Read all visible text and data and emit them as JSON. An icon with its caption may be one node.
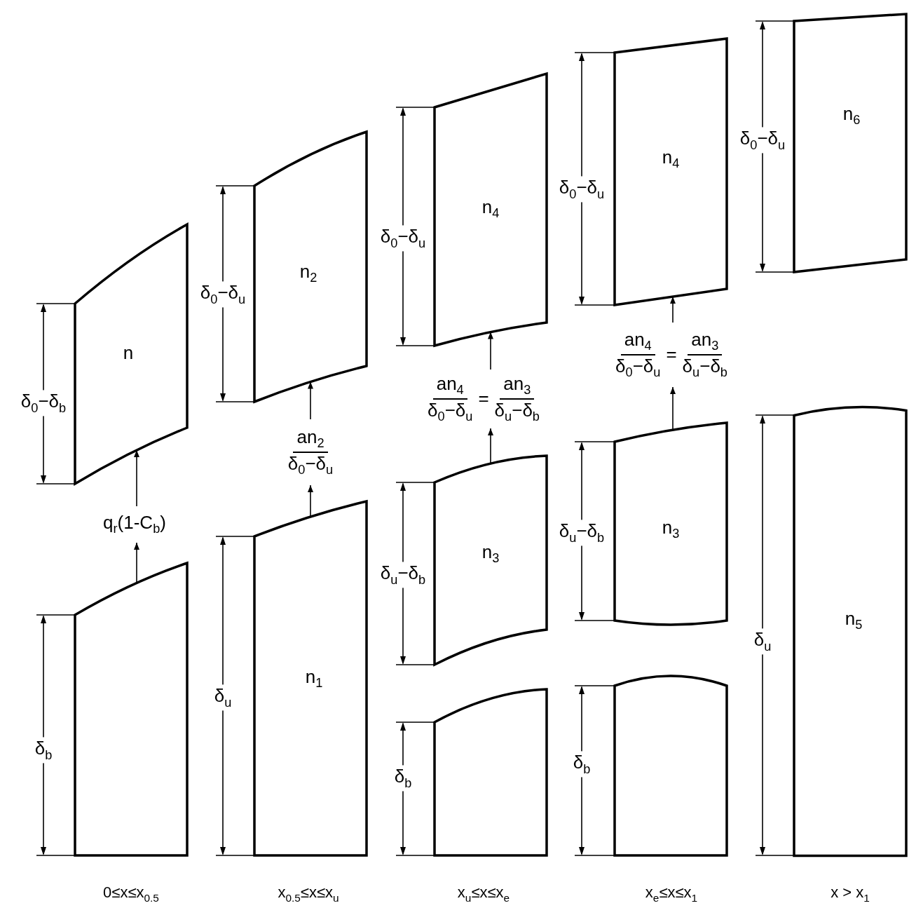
{
  "diagram": {
    "nodes": [
      {
        "text": [
          "n"
        ]
      },
      {
        "text": [
          "q$_{r}$(1-C$_{b}$)"
        ]
      },
      {
        "text": [],
        "shape": "box"
      },
      {
        "text": [
          "n$_{2}$"
        ]
      },
      {
        "text": [
          "an$_{2}$",
          "δ$_{0}$−δ$_{u}$"
        ]
      },
      {
        "text": [
          "n$_{1}$"
        ]
      },
      {
        "text": [
          "n$_{4}$"
        ]
      },
      {
        "text": [
          "an$_{4}$",
          "δ$_{0}$−δ$_{u}$",
          "=",
          "an$_{3}$",
          "δ$_{u}$−δ$_{b}$"
        ]
      },
      {
        "text": [
          "n$_{3}$"
        ]
      },
      {
        "text": [],
        "shape": "box"
      },
      {
        "text": [
          "n$_{4}$"
        ]
      },
      {
        "text": [
          "an$_{4}$",
          "δ$_{0}$−δ$_{u}$",
          "=",
          "an$_{3}$",
          "δ$_{u}$−δ$_{b}$"
        ]
      },
      {
        "text": [
          "n$_{3}$"
        ]
      },
      {
        "text": [],
        "shape": "box"
      },
      {
        "text": [
          "n$_{6}$"
        ]
      },
      {
        "text": [
          "n$_{5}$"
        ]
      }
    ],
    "edges": [
      {
        "from": 2,
        "to": 1,
        "arrow": "to"
      },
      {
        "from": 1,
        "to": 0,
        "arrow": "to"
      },
      {
        "from": 5,
        "to": 4,
        "arrow": "to"
      },
      {
        "from": 4,
        "to": 3,
        "arrow": "to"
      },
      {
        "from": 8,
        "to": 7,
        "arrow": "to"
      },
      {
        "from": 7,
        "to": 6,
        "arrow": "to"
      },
      {
        "from": 12,
        "to": 11,
        "arrow": "to"
      },
      {
        "from": 11,
        "to": 10,
        "arrow": "to"
      }
    ],
    "labels": [
      "δ$_{0}$−δ$_{b}$",
      "δ$_{b}$",
      "δ$_{0}$−δ$_{u}$",
      "δ$_{u}$",
      "δ$_{0}$−δ$_{u}$",
      "δ$_{u}$−δ$_{b}$",
      "δ$_{b}$",
      "δ$_{0}$−δ$_{u}$",
      "δ$_{u}$−δ$_{b}$",
      "δ$_{b}$",
      "δ$_{0}$−δ$_{u}$",
      "δ$_{u}$",
      "0≤x≤x$_{0.5}$",
      "x$_{0.5}$≤x≤x$_{u}$",
      "x$_{u}$≤x≤x$_{e}$",
      "x$_{e}$≤x≤x$_{1}$",
      "x > x$_{1}$"
    ]
  }
}
